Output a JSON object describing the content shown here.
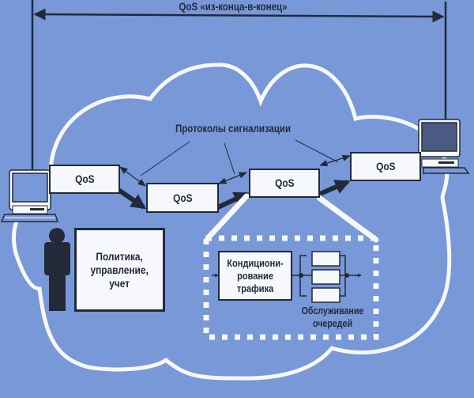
{
  "diagram": {
    "title": "QoS «из-конца-в-конец»",
    "signaling_label": "Протоколы сигнализации",
    "qos_nodes": [
      {
        "label": "QoS"
      },
      {
        "label": "QoS"
      },
      {
        "label": "QoS"
      },
      {
        "label": "QoS"
      }
    ],
    "policy_box": {
      "label_lines": [
        "Политика,",
        "управление,",
        "учет"
      ]
    },
    "conditioning_box": {
      "label_lines": [
        "Кондициони-",
        "рование",
        "трафика"
      ]
    },
    "queue_label_lines": [
      "Обслуживание",
      "очередей"
    ],
    "queue_count": 3,
    "colors": {
      "background": "#7898d8",
      "ink": "#222a3a",
      "paper": "#f6f8fc"
    }
  }
}
